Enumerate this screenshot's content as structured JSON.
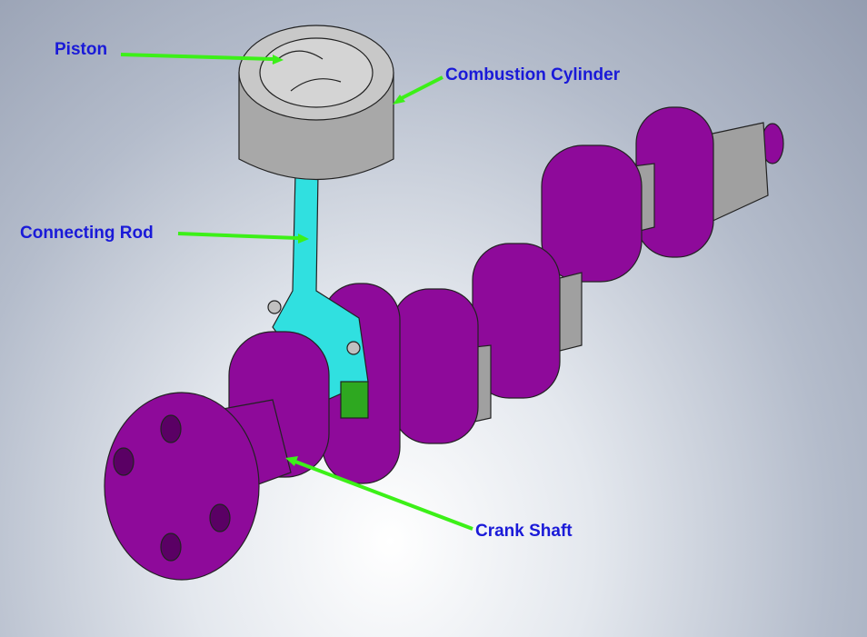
{
  "labels": {
    "piston": "Piston",
    "combustion_cylinder": "Combustion Cylinder",
    "connecting_rod": "Connecting Rod",
    "crank_shaft": "Crank Shaft"
  },
  "colors": {
    "label_text": "#1a1ad8",
    "arrow": "#3cf018",
    "crank": "#8e0a9a",
    "cylinder": "#a8a8a8",
    "rod": "#30e0e0",
    "bearing": "#2ea820"
  }
}
